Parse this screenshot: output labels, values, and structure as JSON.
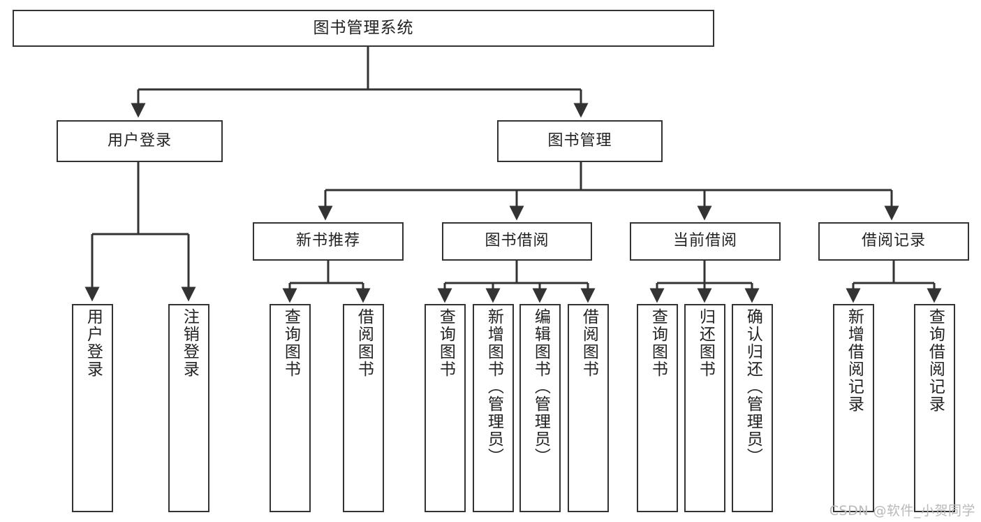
{
  "diagram": {
    "type": "tree-hierarchy-chart",
    "title": "图书管理系统",
    "colors": {
      "box_border": "#333333",
      "box_fill": "#ffffff",
      "connector": "#333333",
      "text": "#222222",
      "watermark": "#b9b9b9",
      "background": "#ffffff"
    },
    "levels": {
      "root": {
        "label": "图书管理系统"
      },
      "level2": [
        {
          "id": "user-login",
          "label": "用户登录"
        },
        {
          "id": "book-manage",
          "label": "图书管理"
        }
      ],
      "level3": [
        {
          "id": "new-book-recommend",
          "label": "新书推荐"
        },
        {
          "id": "book-borrow",
          "label": "图书借阅"
        },
        {
          "id": "current-borrow",
          "label": "当前借阅"
        },
        {
          "id": "borrow-record",
          "label": "借阅记录"
        }
      ],
      "leaves": [
        {
          "id": "leaf-user-login",
          "label": "用户登录",
          "parent": "user-login"
        },
        {
          "id": "leaf-logout-login",
          "label": "注销登录",
          "parent": "user-login"
        },
        {
          "id": "leaf-query-book-1",
          "label": "查询图书",
          "parent": "new-book-recommend"
        },
        {
          "id": "leaf-borrow-book-1",
          "label": "借阅图书",
          "parent": "new-book-recommend"
        },
        {
          "id": "leaf-query-book-2",
          "label": "查询图书",
          "parent": "book-borrow"
        },
        {
          "id": "leaf-add-book-admin",
          "label": "新增图书（管理员）",
          "parent": "book-borrow"
        },
        {
          "id": "leaf-edit-book-admin",
          "label": "编辑图书（管理员）",
          "parent": "book-borrow"
        },
        {
          "id": "leaf-borrow-book-2",
          "label": "借阅图书",
          "parent": "book-borrow"
        },
        {
          "id": "leaf-query-book-3",
          "label": "查询图书",
          "parent": "current-borrow"
        },
        {
          "id": "leaf-return-book",
          "label": "归还图书",
          "parent": "current-borrow"
        },
        {
          "id": "leaf-confirm-return-admin",
          "label": "确认归还（管理员）",
          "parent": "current-borrow"
        },
        {
          "id": "leaf-add-borrow-record",
          "label": "新增借阅记录",
          "parent": "borrow-record"
        },
        {
          "id": "leaf-query-borrow-record",
          "label": "查询借阅记录",
          "parent": "borrow-record"
        }
      ]
    },
    "watermark": "CSDN @软件_小贺同学"
  }
}
